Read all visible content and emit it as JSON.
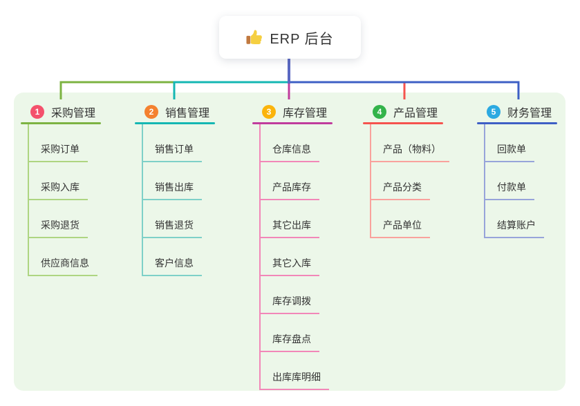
{
  "root": {
    "title": "ERP 后台",
    "icon": "thumbs-up-icon"
  },
  "colors": {
    "panel_bg": "#ECF7E9",
    "root_stem": "#5A68C2",
    "text": "#333333",
    "card_bg": "#FFFFFF"
  },
  "branches": [
    {
      "num": "1",
      "title": "采购管理",
      "badge_color": "#F4516C",
      "line_color": "#7CB342",
      "child_line_color": "#AED581",
      "children": [
        "采购订单",
        "采购入库",
        "采购退货",
        "供应商信息"
      ]
    },
    {
      "num": "2",
      "title": "销售管理",
      "badge_color": "#F4812F",
      "line_color": "#15B7B3",
      "child_line_color": "#7ED0C8",
      "children": [
        "销售订单",
        "销售出库",
        "销售退货",
        "客户信息"
      ]
    },
    {
      "num": "3",
      "title": "库存管理",
      "badge_color": "#FBB40C",
      "line_color": "#C03C9D",
      "child_line_color": "#F287B8",
      "children": [
        "仓库信息",
        "产品库存",
        "其它出库",
        "其它入库",
        "库存调拨",
        "库存盘点",
        "出库库明细"
      ]
    },
    {
      "num": "4",
      "title": "产品管理",
      "badge_color": "#33B34A",
      "line_color": "#F5534E",
      "child_line_color": "#F9A29D",
      "children": [
        "产品（物料）",
        "产品分类",
        "产品单位"
      ]
    },
    {
      "num": "5",
      "title": "财务管理",
      "badge_color": "#2BA9E1",
      "line_color": "#3E5FC5",
      "child_line_color": "#97A4DA",
      "children": [
        "回款单",
        "付款单",
        "结算账户"
      ]
    }
  ]
}
